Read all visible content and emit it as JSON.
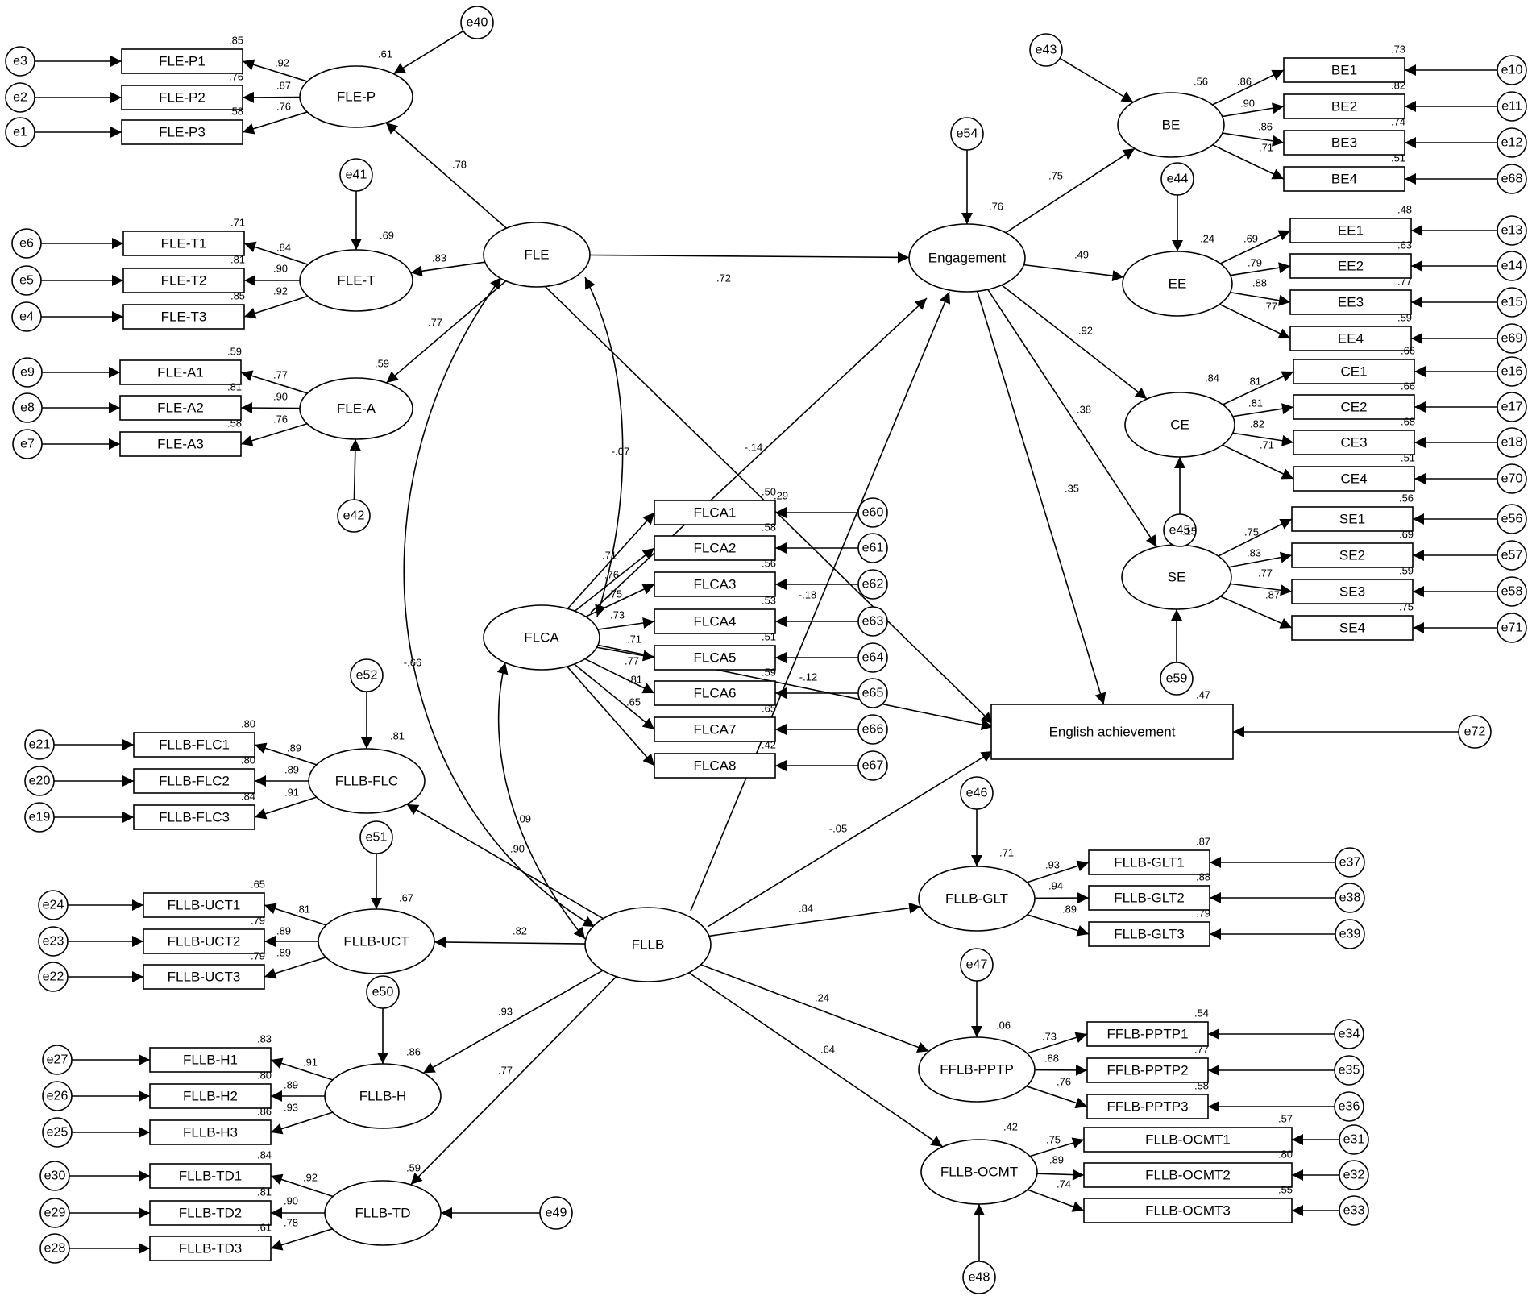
{
  "latents": [
    {
      "id": "FLE-P",
      "label": "FLE-P",
      "r2": ".61"
    },
    {
      "id": "FLE-T",
      "label": "FLE-T",
      "r2": ".69"
    },
    {
      "id": "FLE-A",
      "label": "FLE-A",
      "r2": ".59"
    },
    {
      "id": "FLE",
      "label": "FLE",
      "r2": ""
    },
    {
      "id": "FLCA",
      "label": "FLCA",
      "r2": ""
    },
    {
      "id": "Engagement",
      "label": "Engagement",
      "r2": ".76"
    },
    {
      "id": "BE",
      "label": "BE",
      "r2": ".56"
    },
    {
      "id": "EE",
      "label": "EE",
      "r2": ".24"
    },
    {
      "id": "CE",
      "label": "CE",
      "r2": ".84"
    },
    {
      "id": "SE",
      "label": "SE",
      "r2": ".15"
    },
    {
      "id": "FLLB-FLC",
      "label": "FLLB-FLC",
      "r2": ".81"
    },
    {
      "id": "FLLB-UCT",
      "label": "FLLB-UCT",
      "r2": ".67"
    },
    {
      "id": "FLLB-H",
      "label": "FLLB-H",
      "r2": ".86"
    },
    {
      "id": "FLLB-TD",
      "label": "FLLB-TD",
      "r2": ".59"
    },
    {
      "id": "FLLB",
      "label": "FLLB",
      "r2": ""
    },
    {
      "id": "FLLB-GLT",
      "label": "FLLB-GLT",
      "r2": ".71"
    },
    {
      "id": "FFLB-PPTP",
      "label": "FFLB-PPTP",
      "r2": ".06"
    },
    {
      "id": "FLLB-OCMT",
      "label": "FLLB-OCMT",
      "r2": ".42"
    }
  ],
  "outcome": {
    "id": "EA",
    "label": "English achievement",
    "r2": ".47"
  },
  "indicators": [
    {
      "id": "FLE-P1",
      "label": "FLE-P1",
      "r2": ".85",
      "err": "e3",
      "loading": ".92"
    },
    {
      "id": "FLE-P2",
      "label": "FLE-P2",
      "r2": ".76",
      "err": "e2",
      "loading": ".87"
    },
    {
      "id": "FLE-P3",
      "label": "FLE-P3",
      "r2": ".58",
      "err": "e1",
      "loading": ".76"
    },
    {
      "id": "FLE-T1",
      "label": "FLE-T1",
      "r2": ".71",
      "err": "e6",
      "loading": ".84"
    },
    {
      "id": "FLE-T2",
      "label": "FLE-T2",
      "r2": ".81",
      "err": "e5",
      "loading": ".90"
    },
    {
      "id": "FLE-T3",
      "label": "FLE-T3",
      "r2": ".85",
      "err": "e4",
      "loading": ".92"
    },
    {
      "id": "FLE-A1",
      "label": "FLE-A1",
      "r2": ".59",
      "err": "e9",
      "loading": ".77"
    },
    {
      "id": "FLE-A2",
      "label": "FLE-A2",
      "r2": ".81",
      "err": "e8",
      "loading": ".90"
    },
    {
      "id": "FLE-A3",
      "label": "FLE-A3",
      "r2": ".58",
      "err": "e7",
      "loading": ".76"
    },
    {
      "id": "FLLB-FLC1",
      "label": "FLLB-FLC1",
      "r2": ".80",
      "err": "e21",
      "loading": ".89"
    },
    {
      "id": "FLLB-FLC2",
      "label": "FLLB-FLC2",
      "r2": ".80",
      "err": "e20",
      "loading": ".89"
    },
    {
      "id": "FLLB-FLC3",
      "label": "FLLB-FLC3",
      "r2": ".84",
      "err": "e19",
      "loading": ".91"
    },
    {
      "id": "FLLB-UCT1",
      "label": "FLLB-UCT1",
      "r2": ".65",
      "err": "e24",
      "loading": ".81"
    },
    {
      "id": "FLLB-UCT2",
      "label": "FLLB-UCT2",
      "r2": ".79",
      "err": "e23",
      "loading": ".89"
    },
    {
      "id": "FLLB-UCT3",
      "label": "FLLB-UCT3",
      "r2": ".79",
      "err": "e22",
      "loading": ".89"
    },
    {
      "id": "FLLB-H1",
      "label": "FLLB-H1",
      "r2": ".83",
      "err": "e27",
      "loading": ".91"
    },
    {
      "id": "FLLB-H2",
      "label": "FLLB-H2",
      "r2": ".80",
      "err": "e26",
      "loading": ".89"
    },
    {
      "id": "FLLB-H3",
      "label": "FLLB-H3",
      "r2": ".86",
      "err": "e25",
      "loading": ".93"
    },
    {
      "id": "FLLB-TD1",
      "label": "FLLB-TD1",
      "r2": ".84",
      "err": "e30",
      "loading": ".92"
    },
    {
      "id": "FLLB-TD2",
      "label": "FLLB-TD2",
      "r2": ".81",
      "err": "e29",
      "loading": ".90"
    },
    {
      "id": "FLLB-TD3",
      "label": "FLLB-TD3",
      "r2": ".61",
      "err": "e28",
      "loading": ".78"
    },
    {
      "id": "FLCA1",
      "label": "FLCA1",
      "r2": ".50",
      "err": "e60",
      "loading": ".71"
    },
    {
      "id": "FLCA2",
      "label": "FLCA2",
      "r2": ".58",
      "err": "e61",
      "loading": ".76"
    },
    {
      "id": "FLCA3",
      "label": "FLCA3",
      "r2": ".56",
      "err": "e62",
      "loading": ".75"
    },
    {
      "id": "FLCA4",
      "label": "FLCA4",
      "r2": ".53",
      "err": "e63",
      "loading": ".73"
    },
    {
      "id": "FLCA5",
      "label": "FLCA5",
      "r2": ".51",
      "err": "e64",
      "loading": ".71"
    },
    {
      "id": "FLCA6",
      "label": "FLCA6",
      "r2": ".59",
      "err": "e65",
      "loading": ".77"
    },
    {
      "id": "FLCA7",
      "label": "FLCA7",
      "r2": ".65",
      "err": "e66",
      "loading": ".81"
    },
    {
      "id": "FLCA8",
      "label": "FLCA8",
      "r2": ".42",
      "err": "e67",
      "loading": ".65"
    },
    {
      "id": "BE1",
      "label": "BE1",
      "r2": ".73",
      "err": "e10",
      "loading": ".86"
    },
    {
      "id": "BE2",
      "label": "BE2",
      "r2": ".82",
      "err": "e11",
      "loading": ".90"
    },
    {
      "id": "BE3",
      "label": "BE3",
      "r2": ".74",
      "err": "e12",
      "loading": ".86"
    },
    {
      "id": "BE4",
      "label": "BE4",
      "r2": ".51",
      "err": "e68",
      "loading": ".71"
    },
    {
      "id": "EE1",
      "label": "EE1",
      "r2": ".48",
      "err": "e13",
      "loading": ".69"
    },
    {
      "id": "EE2",
      "label": "EE2",
      "r2": ".63",
      "err": "e14",
      "loading": ".79"
    },
    {
      "id": "EE3",
      "label": "EE3",
      "r2": ".77",
      "err": "e15",
      "loading": ".88"
    },
    {
      "id": "EE4",
      "label": "EE4",
      "r2": ".59",
      "err": "e69",
      "loading": ".77"
    },
    {
      "id": "CE1",
      "label": "CE1",
      "r2": ".66",
      "err": "e16",
      "loading": ".81"
    },
    {
      "id": "CE2",
      "label": "CE2",
      "r2": ".66",
      "err": "e17",
      "loading": ".81"
    },
    {
      "id": "CE3",
      "label": "CE3",
      "r2": ".68",
      "err": "e18",
      "loading": ".82"
    },
    {
      "id": "CE4",
      "label": "CE4",
      "r2": ".51",
      "err": "e70",
      "loading": ".71"
    },
    {
      "id": "SE1",
      "label": "SE1",
      "r2": ".56",
      "err": "e56",
      "loading": ".75"
    },
    {
      "id": "SE2",
      "label": "SE2",
      "r2": ".69",
      "err": "e57",
      "loading": ".83"
    },
    {
      "id": "SE3",
      "label": "SE3",
      "r2": ".59",
      "err": "e58",
      "loading": ".77"
    },
    {
      "id": "SE4",
      "label": "SE4",
      "r2": ".75",
      "err": "e71",
      "loading": ".87"
    },
    {
      "id": "FLLB-GLT1",
      "label": "FLLB-GLT1",
      "r2": ".87",
      "err": "e37",
      "loading": ".93"
    },
    {
      "id": "FLLB-GLT2",
      "label": "FLLB-GLT2",
      "r2": ".88",
      "err": "e38",
      "loading": ".94"
    },
    {
      "id": "FLLB-GLT3",
      "label": "FLLB-GLT3",
      "r2": ".79",
      "err": "e39",
      "loading": ".89"
    },
    {
      "id": "FFLB-PPTP1",
      "label": "FFLB-PPTP1",
      "r2": ".54",
      "err": "e34",
      "loading": ".73"
    },
    {
      "id": "FFLB-PPTP2",
      "label": "FFLB-PPTP2",
      "r2": ".77",
      "err": "e35",
      "loading": ".88"
    },
    {
      "id": "FFLB-PPTP3",
      "label": "FFLB-PPTP3",
      "r2": ".58",
      "err": "e36",
      "loading": ".76"
    },
    {
      "id": "FLLB-OCMT1",
      "label": "FLLB-OCMT1",
      "r2": ".57",
      "err": "e31",
      "loading": ".75"
    },
    {
      "id": "FLLB-OCMT2",
      "label": "FLLB-OCMT2",
      "r2": ".80",
      "err": "e32",
      "loading": ".89"
    },
    {
      "id": "FLLB-OCMT3",
      "label": "FLLB-OCMT3",
      "r2": ".55",
      "err": "e33",
      "loading": ".74"
    }
  ],
  "disturbances": [
    {
      "id": "e40",
      "target": "FLE-P"
    },
    {
      "id": "e41",
      "target": "FLE-T"
    },
    {
      "id": "e42",
      "target": "FLE-A"
    },
    {
      "id": "e54",
      "target": "Engagement"
    },
    {
      "id": "e43",
      "target": "BE"
    },
    {
      "id": "e44",
      "target": "EE"
    },
    {
      "id": "e45",
      "target": "CE"
    },
    {
      "id": "e59",
      "target": "SE"
    },
    {
      "id": "e52",
      "target": "FLLB-FLC"
    },
    {
      "id": "e51",
      "target": "FLLB-UCT"
    },
    {
      "id": "e50",
      "target": "FLLB-H"
    },
    {
      "id": "e49",
      "target": "FLLB-TD"
    },
    {
      "id": "e46",
      "target": "FLLB-GLT"
    },
    {
      "id": "e47",
      "target": "FFLB-PPTP"
    },
    {
      "id": "e48",
      "target": "FLLB-OCMT"
    },
    {
      "id": "e72",
      "target": "EA"
    }
  ],
  "paths": [
    {
      "from": "FLE",
      "to": "FLE-P",
      "coef": ".78"
    },
    {
      "from": "FLE",
      "to": "FLE-T",
      "coef": ".83"
    },
    {
      "from": "FLE",
      "to": "FLE-A",
      "coef": ".77"
    },
    {
      "from": "FLE",
      "to": "Engagement",
      "coef": ".72"
    },
    {
      "from": "FLE",
      "to": "EA",
      "coef": ".29"
    },
    {
      "from": "FLCA",
      "to": "Engagement",
      "coef": "-.14"
    },
    {
      "from": "FLCA",
      "to": "EA",
      "coef": "-.18"
    },
    {
      "from": "FLLB",
      "to": "Engagement",
      "coef": "-.12"
    },
    {
      "from": "FLLB",
      "to": "EA",
      "coef": "-.05"
    },
    {
      "from": "Engagement",
      "to": "BE",
      "coef": ".75"
    },
    {
      "from": "Engagement",
      "to": "EE",
      "coef": ".49"
    },
    {
      "from": "Engagement",
      "to": "CE",
      "coef": ".92"
    },
    {
      "from": "Engagement",
      "to": "SE",
      "coef": ".38"
    },
    {
      "from": "Engagement",
      "to": "EA",
      "coef": ".35"
    },
    {
      "from": "FLLB",
      "to": "FLLB-FLC",
      "coef": ".90"
    },
    {
      "from": "FLLB",
      "to": "FLLB-UCT",
      "coef": ".82"
    },
    {
      "from": "FLLB",
      "to": "FLLB-H",
      "coef": ".93"
    },
    {
      "from": "FLLB",
      "to": "FLLB-TD",
      "coef": ".77"
    },
    {
      "from": "FLLB",
      "to": "FLLB-GLT",
      "coef": ".84"
    },
    {
      "from": "FLLB",
      "to": "FFLB-PPTP",
      "coef": ".24"
    },
    {
      "from": "FLLB",
      "to": "FLLB-OCMT",
      "coef": ".64"
    }
  ],
  "covariances": [
    {
      "a": "FLE",
      "b": "FLCA",
      "coef": "-.07"
    },
    {
      "a": "FLE",
      "b": "FLLB",
      "coef": "-.66"
    },
    {
      "a": "FLCA",
      "b": "FLLB",
      "coef": ".09"
    }
  ]
}
